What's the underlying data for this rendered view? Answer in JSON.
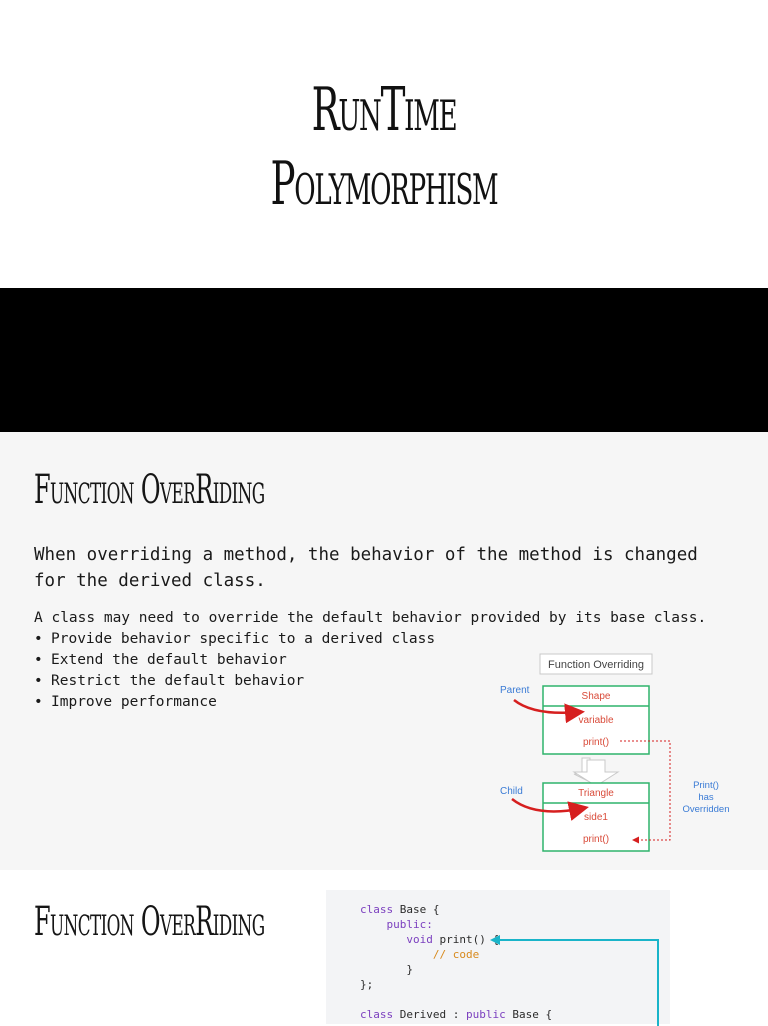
{
  "slide1": {
    "title_line1": "RunTime",
    "title_line2": "Polymorphism"
  },
  "slide2": {
    "heading": "Function OverRiding",
    "lead": "When overriding a method, the behavior of the method is changed for the derived class.",
    "intro": "A class may need to override the default behavior provided by its base class.",
    "bullets": [
      "Provide behavior specific to a derived class",
      "Extend the default behavior",
      "Restrict the default behavior",
      "Improve performance"
    ],
    "diagram": {
      "title": "Function Overriding",
      "parent_label": "Parent",
      "child_label": "Child",
      "parent_class": "Shape",
      "parent_members": [
        "variable",
        "print()"
      ],
      "child_class": "Triangle",
      "child_members": [
        "side1",
        "print()"
      ],
      "note_lines": [
        "Print()",
        "has",
        "Overridden"
      ],
      "colors": {
        "box": "#2fb36b",
        "text": "#d94b3a",
        "arrow": "#d61f1f",
        "label": "#3a7bd5"
      }
    }
  },
  "slide3": {
    "heading": "Function OverRiding",
    "code": {
      "line1_kw": "class",
      "line1_name": " Base {",
      "line2": "public:",
      "line3_kw": "void",
      "line3_rest": " print() {",
      "line4": "// code",
      "line5": "}",
      "line6": "};",
      "line7_kw": "class",
      "line7_name": " Derived : ",
      "line7_kw2": "public",
      "line7_rest": " Base {"
    },
    "arrow_color": "#19b4c9"
  }
}
